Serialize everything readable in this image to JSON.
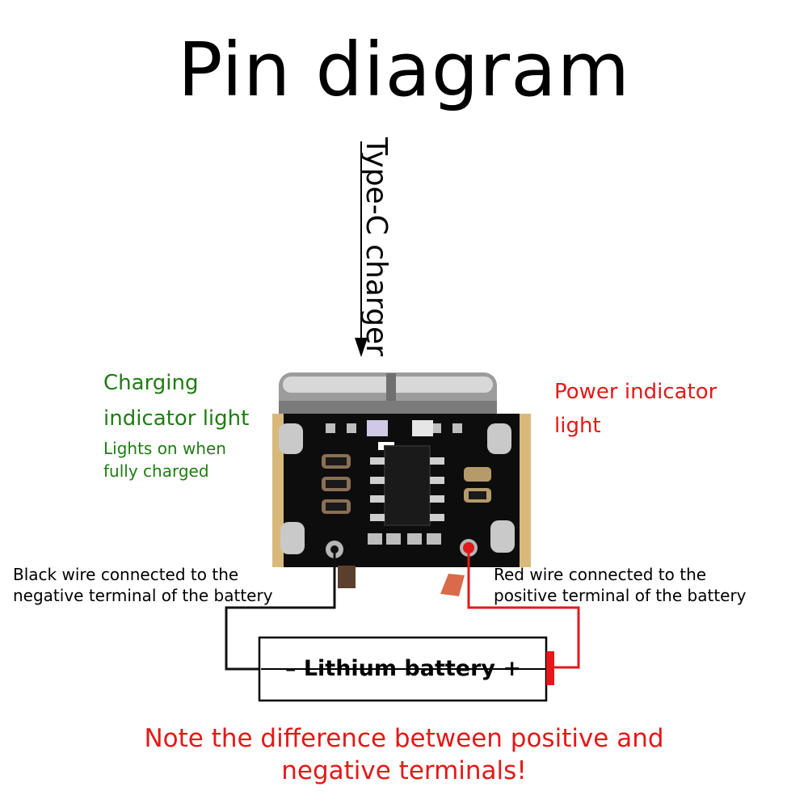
{
  "title": "Pin diagram",
  "typec_label": "Type-C charger",
  "charging_indicator": {
    "title_line1": "Charging",
    "title_line2": "indicator light",
    "desc_line1": "Lights on when",
    "desc_line2": "fully charged"
  },
  "power_indicator": {
    "title_line1": "Power indicator",
    "title_line2": "light"
  },
  "black_wire": {
    "line1": "Black wire connected to the",
    "line2": "negative terminal of the battery"
  },
  "red_wire": {
    "line1": "Red wire connected to the",
    "line2": "positive terminal of the battery"
  },
  "battery": {
    "label": "– Lithium battery +"
  },
  "note": {
    "line1": "Note the difference between positive and",
    "line2": "negative terminals!"
  },
  "colors": {
    "green_text": "#1e7d12",
    "red_text": "#e41818",
    "red_wire": "#e41818",
    "black_wire": "#111111",
    "pcb": "#0d0d0d"
  }
}
